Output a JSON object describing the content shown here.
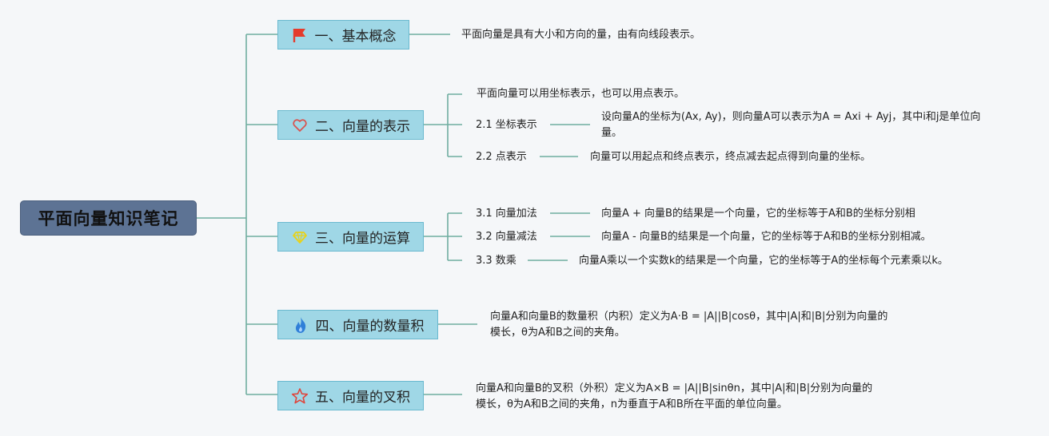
{
  "root": {
    "label": "平面向量知识笔记"
  },
  "branches": [
    {
      "label": "一、基本概念",
      "icon": "red-flag-icon",
      "leaf": "平面向量是具有大小和方向的量，由有向线段表示。"
    },
    {
      "label": "二、向量的表示",
      "icon": "heart-icon",
      "intro": "平面向量可以用坐标表示，也可以用点表示。",
      "items": [
        {
          "label": "2.1 坐标表示",
          "text": "设向量A的坐标为(Ax, Ay)，则向量A可以表示为A = Axi + Ayj，其中i和j是单位向量。"
        },
        {
          "label": "2.2 点表示",
          "text": "向量可以用起点和终点表示，终点减去起点得到向量的坐标。"
        }
      ]
    },
    {
      "label": "三、向量的运算",
      "icon": "diamond-icon",
      "items": [
        {
          "label": "3.1 向量加法",
          "text": "向量A + 向量B的结果是一个向量，它的坐标等于A和B的坐标分别相"
        },
        {
          "label": "3.2 向量减法",
          "text": "向量A - 向量B的结果是一个向量，它的坐标等于A和B的坐标分别相减。"
        },
        {
          "label": "3.3 数乘",
          "text": "向量A乘以一个实数k的结果是一个向量，它的坐标等于A的坐标每个元素乘以k。"
        }
      ]
    },
    {
      "label": "四、向量的数量积",
      "icon": "flame-icon",
      "leaf": "向量A和向量B的数量积（内积）定义为A·B = |A||B|cosθ，其中|A|和|B|分别为向量的模长，θ为A和B之间的夹角。"
    },
    {
      "label": "五、向量的叉积",
      "icon": "star-icon",
      "leaf": "向量A和向量B的叉积（外积）定义为A×B = |A||B|sinθn，其中|A|和|B|分别为向量的模长，θ为A和B之间的夹角，n为垂直于A和B所在平面的单位向量。"
    }
  ],
  "colors": {
    "line": "#6fae9f",
    "root_fill": "#5d7394",
    "branch_fill": "#9fd7e6",
    "flag": "#e53b2c",
    "heart": "#d9534f",
    "diamond": "#e8d21a",
    "flame": "#2f7fd8",
    "star": "#e0443b"
  }
}
